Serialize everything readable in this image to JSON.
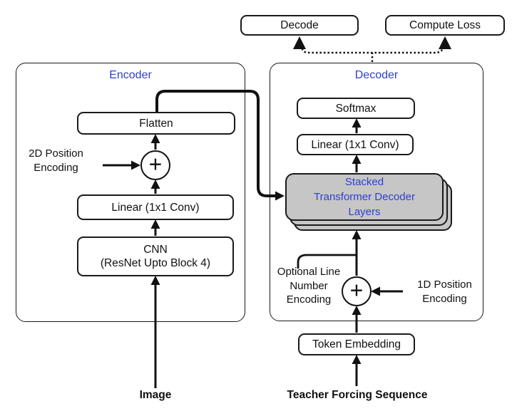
{
  "diagram": {
    "top": {
      "decode_label": "Decode",
      "compute_loss_label": "Compute Loss"
    },
    "encoder": {
      "title": "Encoder",
      "flatten_label": "Flatten",
      "pos2d_label": "2D Position\nEncoding",
      "plus_symbol": "+",
      "linear_label": "Linear (1x1 Conv)",
      "cnn_label": "CNN\n(ResNet Upto Block 4)",
      "input_label": "Image"
    },
    "decoder": {
      "title": "Decoder",
      "softmax_label": "Softmax",
      "linear_label": "Linear (1x1 Conv)",
      "stack_label": "Stacked\nTransformer Decoder\nLayers",
      "optional_label": "Optional Line\nNumber\nEncoding",
      "pos1d_label": "1D Position\nEncoding",
      "plus_symbol": "+",
      "token_label": "Token Embedding",
      "input_label": "Teacher Forcing Sequence"
    },
    "colors": {
      "accent_blue": "#2e3fd2",
      "stack_gray": "#c6c6c6",
      "line_black": "#111111"
    }
  }
}
